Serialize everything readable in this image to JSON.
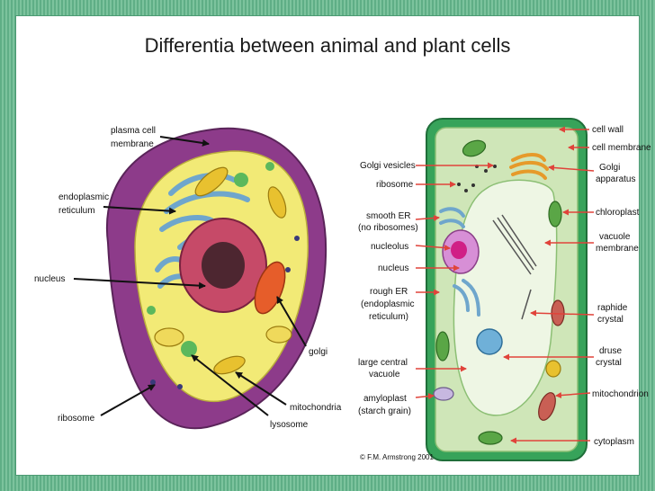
{
  "title": "Differentia between animal and plant cells",
  "animal_labels": {
    "plasma_membrane_1": "plasma cell",
    "plasma_membrane_2": "membrane",
    "er_1": "endoplasmic",
    "er_2": "reticulum",
    "nucleus": "nucleus",
    "golgi": "golgi",
    "mitochondria": "mitochondria",
    "lysosome": "lysosome",
    "ribosome": "ribosome"
  },
  "plant_left_labels": {
    "golgi_vesicles": "Golgi vesicles",
    "ribosome": "ribosome",
    "smooth_er_1": "smooth ER",
    "smooth_er_2": "(no ribosomes)",
    "nucleolus": "nucleolus",
    "nucleus": "nucleus",
    "rough_er_1": "rough ER",
    "rough_er_2": "(endoplasmic",
    "rough_er_3": "reticulum)",
    "vacuole_1": "large central",
    "vacuole_2": "vacuole",
    "amyloplast_1": "amyloplast",
    "amyloplast_2": "(starch grain)"
  },
  "plant_right_labels": {
    "cell_wall": "cell wall",
    "cell_membrane": "cell membrane",
    "golgi_1": "Golgi",
    "golgi_2": "apparatus",
    "chloroplast": "chloroplast",
    "vacuole_membrane_1": "vacuole",
    "vacuole_membrane_2": "membrane",
    "raphide_1": "raphide",
    "raphide_2": "crystal",
    "druse_1": "druse",
    "druse_2": "crystal",
    "mitochondrion": "mitochondrion",
    "cytoplasm": "cytoplasm"
  },
  "credit": "© F.M. Armstrong 2001",
  "colors": {
    "frame_green": "#5fae86",
    "arrow_red": "#e0433a",
    "cell_wall_green": "#37a35a",
    "cytoplasm_green": "#cfe6b8",
    "animal_outer": "#8d3b8a",
    "animal_cytoplasm": "#f2ea76"
  }
}
